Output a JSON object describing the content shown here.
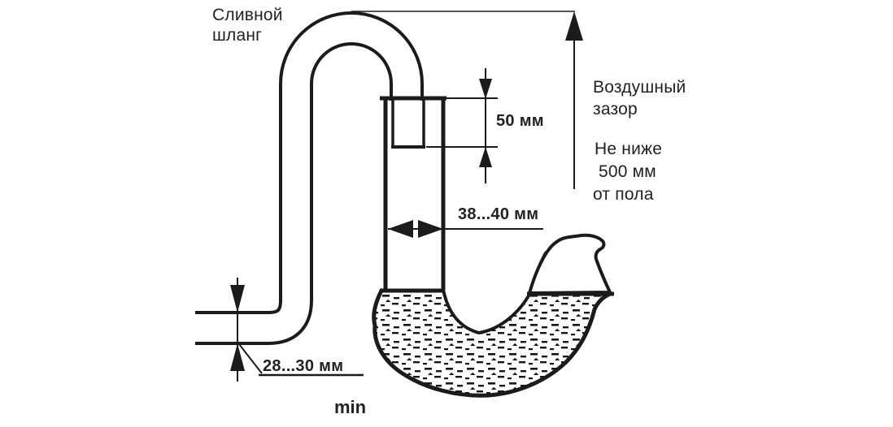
{
  "diagram": {
    "labels": {
      "drain_hose_line1": "Сливной",
      "drain_hose_line2": "шланг",
      "air_gap_line1": "Воздушный",
      "air_gap_line2": "зазор",
      "floor_height_line1": "Не ниже",
      "floor_height_line2": "500 мм",
      "floor_height_line3": "от пола",
      "min_label": "min"
    },
    "dimensions": {
      "hose_insertion_depth": "50 мм",
      "standpipe_diameter": "38...40 мм",
      "hose_diameter": "28...30 мм"
    },
    "colors": {
      "line": "#1b1b1b",
      "text": "#222222",
      "background": "#ffffff"
    }
  }
}
